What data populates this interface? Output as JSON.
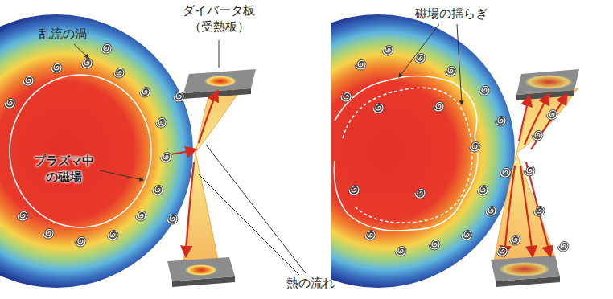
{
  "diagram": {
    "labels": [
      "乱流の渦",
      "プラズマ中の磁場",
      "ダイバータ板 （受熱板）",
      "熱の流れ",
      "磁場の揺らぎ"
    ]
  }
}
